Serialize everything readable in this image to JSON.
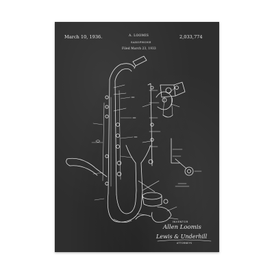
{
  "header": {
    "date": "March 10, 1936.",
    "inventor": "A. LOOMIS",
    "patent_number": "2,033,774",
    "title": "SAXOPHONE",
    "filed": "Filed March 23, 1933"
  },
  "signature": {
    "label": "INVENTOR",
    "inventor_signature": "Allen Loomis",
    "attorney_signature": "Lewis & Underhill",
    "attorneys_label": "ATTORNEYS"
  },
  "colors": {
    "chalkboard": "#2e2e2e",
    "line": "#e8e8e8"
  }
}
